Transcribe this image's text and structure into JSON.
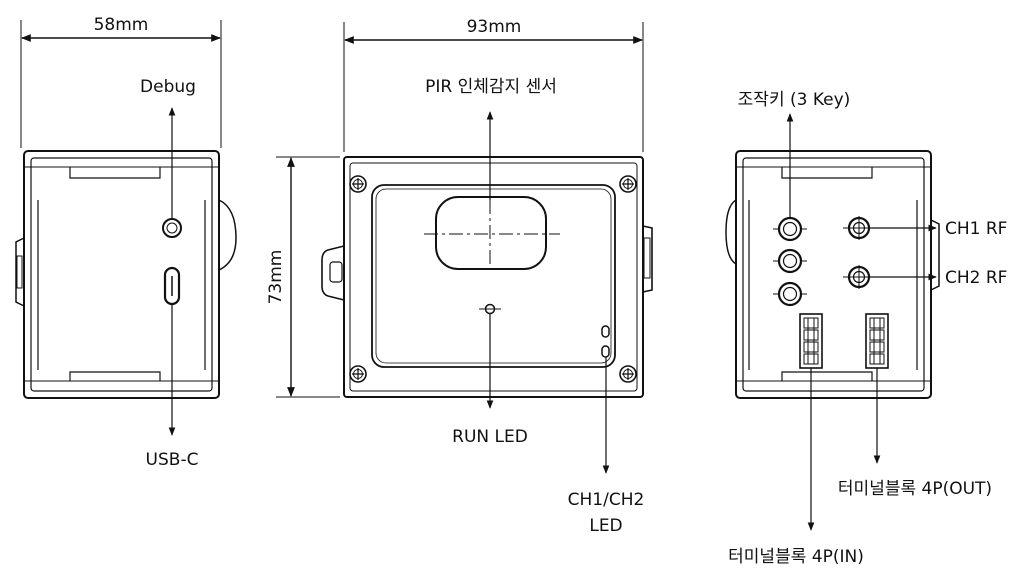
{
  "dimensions": {
    "width_left": "58mm",
    "width_front": "93mm",
    "height_front": "73mm"
  },
  "labels": {
    "debug": "Debug",
    "usb_c": "USB-C",
    "pir_sensor": "PIR 인체감지 센서",
    "run_led": "RUN LED",
    "ch_led_line1": "CH1/CH2",
    "ch_led_line2": "LED",
    "keys": "조작키 (3 Key)",
    "ch1_rf": "CH1 RF",
    "ch2_rf": "CH2 RF",
    "terminal_out": "터미널블록 4P(OUT)",
    "terminal_in": "터미널블록 4P(IN)"
  }
}
